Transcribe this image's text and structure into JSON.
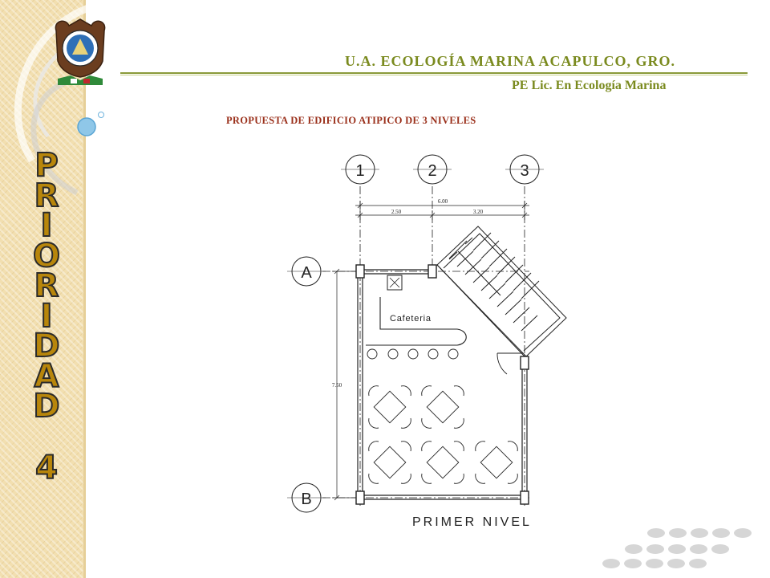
{
  "header": {
    "title": "U.A. ECOLOGÍA MARINA ACAPULCO, GRO.",
    "subtitle": "PE Lic. En Ecología Marina"
  },
  "sidebar": {
    "letters": [
      "P",
      "R",
      "I",
      "O",
      "R",
      "I",
      "D",
      "A",
      "D"
    ],
    "number": "4"
  },
  "proposal_title": "PROPUESTA DE EDIFICIO ATIPICO DE 3 NIVELES",
  "plan": {
    "grid_columns": [
      "1",
      "2",
      "3"
    ],
    "grid_rows": [
      "A",
      "B"
    ],
    "dim_total": "6.00",
    "dim_left": "2.50",
    "dim_right": "3.20",
    "dim_vertical": "7.50",
    "room_label": "Cafeteria",
    "level_label": "PRIMER NIVEL"
  },
  "colors": {
    "title": "#7a8a1e",
    "proposal": "#9a2f1a",
    "sidebar": "#f2dfb0",
    "letters_fill": "#b8860b"
  }
}
